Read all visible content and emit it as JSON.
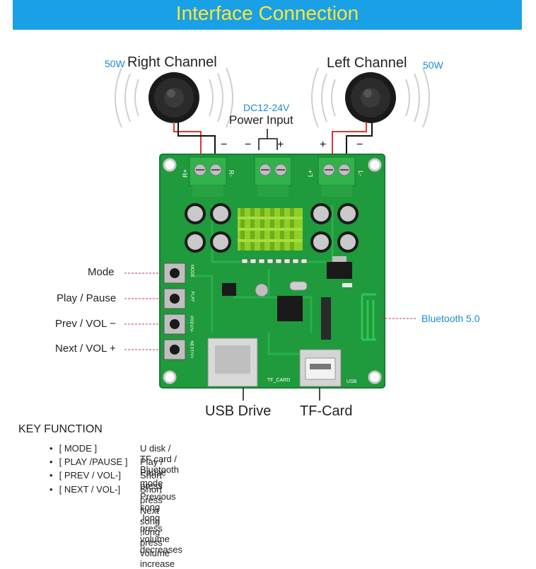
{
  "banner": {
    "title": "Interface Connection",
    "color": "#1aa0e6",
    "title_color": "#ffe833"
  },
  "speakers": {
    "right": {
      "power": "50W",
      "label": "Right  Channel"
    },
    "left": {
      "power": "50W",
      "label": "Left Channel"
    }
  },
  "power": {
    "spec": "DC12-24V",
    "label": "Power Input",
    "minus": "−",
    "plus": "+"
  },
  "terminal_signs": {
    "right_minus": "−",
    "left_plus": "+",
    "left_minus": "−"
  },
  "board": {
    "silk_r_plus": "R+",
    "silk_r_minus": "R-",
    "silk_l_plus": "L+",
    "silk_l_minus": "L-",
    "silk_mode": "MODE",
    "silk_play": "PLAY",
    "silk_prev": "PREV/V-",
    "silk_next": "NEXT/V+",
    "silk_tf": "TF_CARD",
    "silk_usb": "USB"
  },
  "buttons": [
    {
      "label": "Mode"
    },
    {
      "label": "Play / Pause"
    },
    {
      "label": "Prev / VOL −"
    },
    {
      "label": "Next / VOL +"
    }
  ],
  "bluetooth": {
    "label": "Bluetooth 5.0"
  },
  "bottom_labels": {
    "usb": "USB Drive",
    "tf": "TF-Card"
  },
  "key_function": {
    "title": "KEY FUNCTION",
    "rows": [
      {
        "key": "[ MODE ]",
        "desc": "U disk / TF card / Bluetooth"
      },
      {
        "key": "[ PLAY /PAUSE ]",
        "desc": "Play / Pause mode"
      },
      {
        "key": "[ PREV / VOL-]",
        "desc": "Short press Previous song ,long press volume decreases"
      },
      {
        "key": "[ NEXT / VOL-]",
        "desc": "Short press Next song ,long press volume increase"
      }
    ]
  },
  "colors": {
    "pcb": "#1f9a3c",
    "terminal": "#2fb34a",
    "heatsink": "#8fcf2a",
    "accent_line": "#c0307a"
  }
}
